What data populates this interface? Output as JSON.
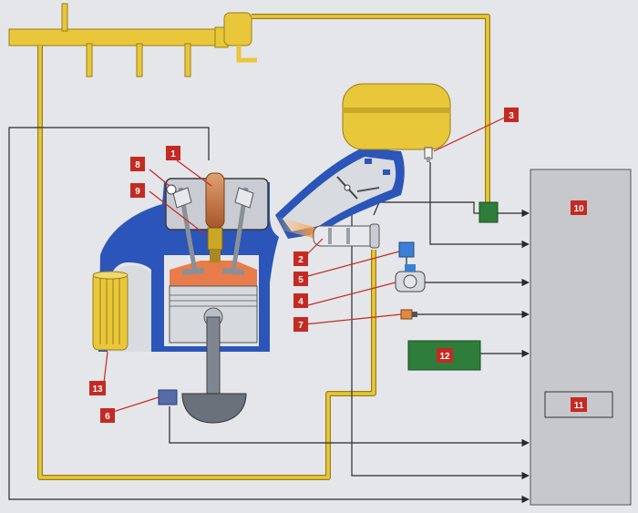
{
  "callouts": {
    "c1": {
      "text": "1"
    },
    "c2": {
      "text": "2"
    },
    "c3": {
      "text": "3"
    },
    "c4": {
      "text": "4"
    },
    "c5": {
      "text": "5"
    },
    "c6": {
      "text": "6"
    },
    "c7": {
      "text": "7"
    },
    "c8": {
      "text": "8"
    },
    "c9": {
      "text": "9"
    },
    "c10": {
      "text": "10"
    },
    "c11": {
      "text": "11"
    },
    "c12": {
      "text": "12"
    },
    "c13": {
      "text": "13"
    }
  },
  "colors": {
    "background": "#e4e6ea",
    "fuel_line": "#e8c73a",
    "engine_blue": "#2b55b8",
    "wire": "#2a2a2a",
    "ecu_box": "#c7c8cc",
    "callout_red": "#c42a22",
    "green_module": "#2e7d3a"
  }
}
